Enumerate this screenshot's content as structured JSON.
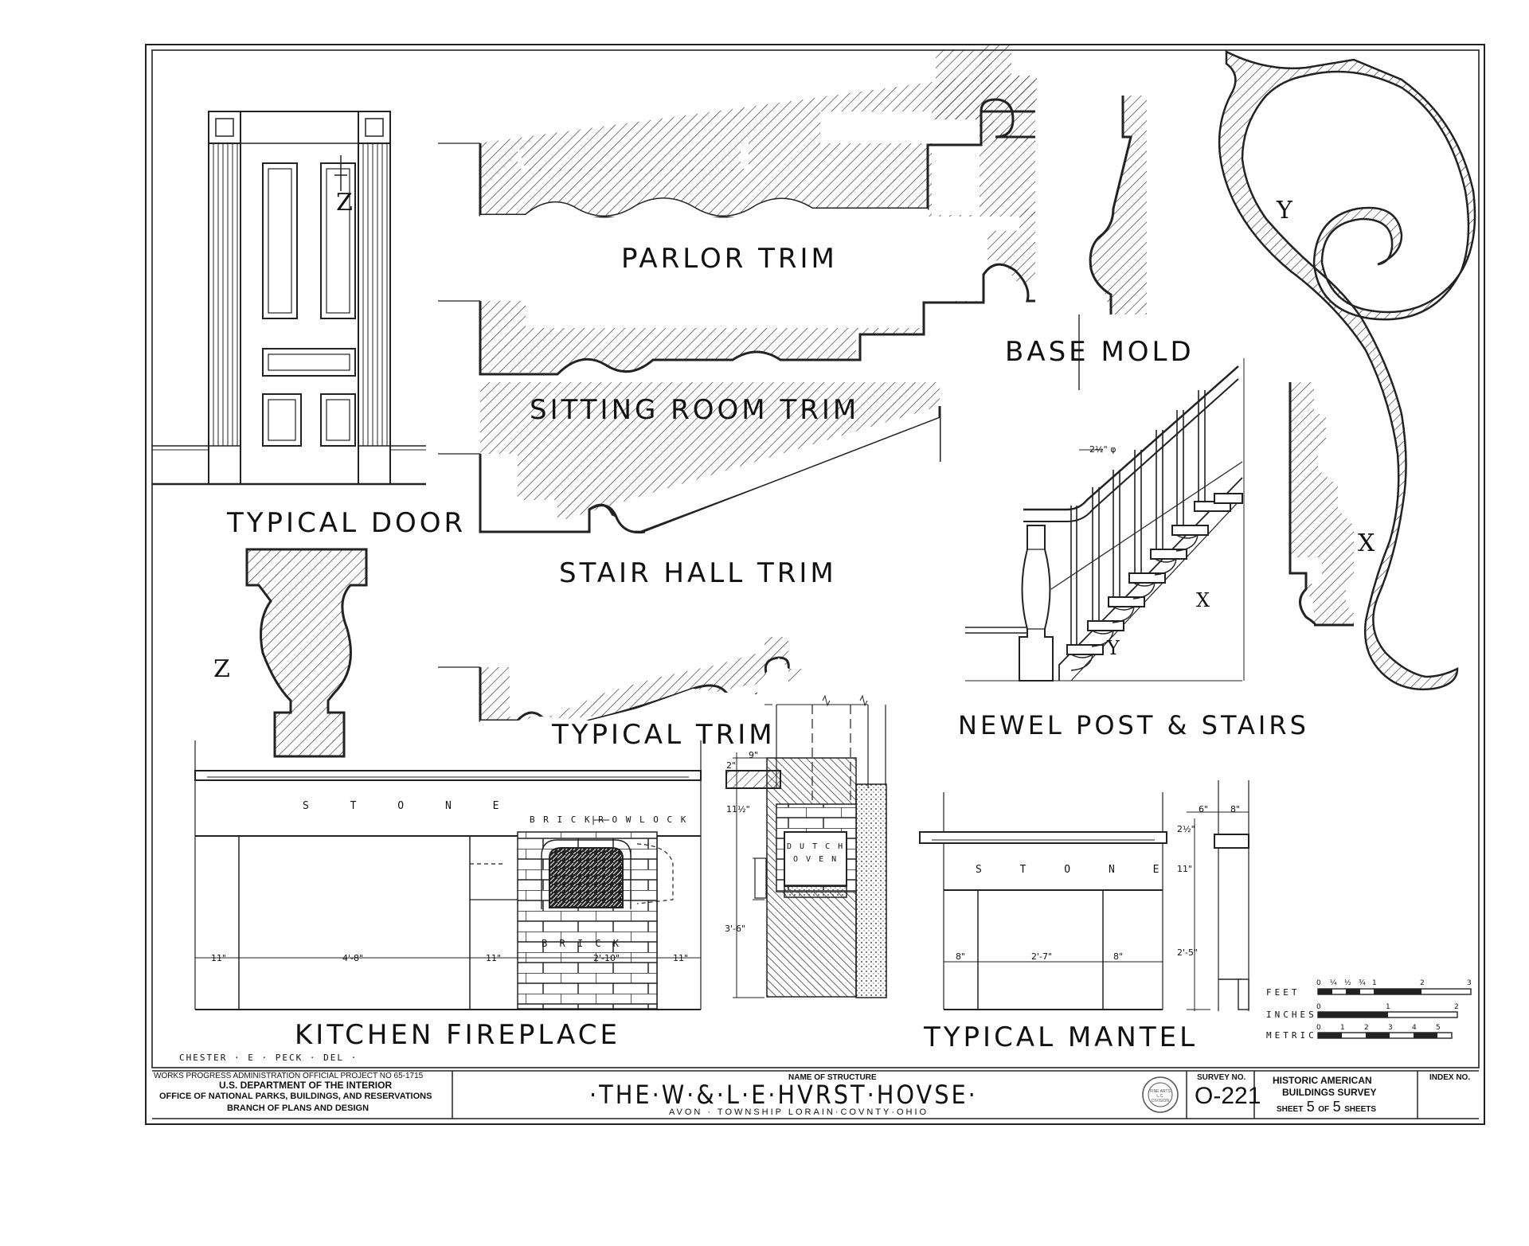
{
  "labels": {
    "typical_door": "TYPICAL DOOR",
    "parlor_trim": "PARLOR TRIM",
    "sitting_room_trim": "SITTING ROOM TRIM",
    "stair_hall_trim": "STAIR HALL TRIM",
    "typical_trim": "TYPICAL TRIM",
    "base_mold": "BASE MOLD",
    "newel_post_stairs": "NEWEL POST & STAIRS",
    "kitchen_fireplace": "KITCHEN FIREPLACE",
    "typical_mantel": "TYPICAL MANTEL"
  },
  "section_letters": {
    "z": "Z",
    "y": "Y",
    "x": "X"
  },
  "dimensions": {
    "rail_dia": "2½\" φ",
    "kf_11a": "11\"",
    "kf_48": "4'-8\"",
    "kf_11b": "11\"",
    "kf_210": "2'-10\"",
    "kf_11c": "11\"",
    "sec_9": "9\"",
    "sec_2": "2\"",
    "sec_11": "11½\"",
    "sec_36": "3'-6\"",
    "tm_8a": "8\"",
    "tm_27": "2'-7\"",
    "tm_8b": "8\"",
    "tm_6": "6\"",
    "tm_8c": "8\"",
    "tm_2": "2½\"",
    "tm_11": "11\"",
    "tm_25": "2'-5\""
  },
  "notes": {
    "stone_kitchen": "S T O N E",
    "brick_rowlock": "B R I C K  R O W L O C K",
    "brick": "B R I C K",
    "dutch_oven_1": "D U T C H",
    "dutch_oven_2": "O V E N",
    "stone_mantel": "S T O N E"
  },
  "scale": {
    "feet": "FEET",
    "inches": "INCHES",
    "metric": "METRIC",
    "feet_ticks": [
      "0",
      "¼",
      "½",
      "¾",
      "1",
      "2",
      "3"
    ],
    "inch_ticks": [
      "0",
      "1",
      "2"
    ],
    "metric_ticks": [
      "0",
      "1",
      "2",
      "3",
      "4",
      "5"
    ]
  },
  "delineator": "CHESTER · E · PECK · DEL ·",
  "title_block": {
    "wpa": "WORKS PROGRESS ADMINISTRATION   OFFICIAL   PROJECT NO 65-1715",
    "dept": "U.S. DEPARTMENT OF THE INTERIOR",
    "office": "OFFICE OF NATIONAL PARKS, BUILDINGS, AND RESERVATIONS",
    "branch": "BRANCH OF PLANS AND DESIGN",
    "name_label": "NAME OF STRUCTURE",
    "structure": "·THE·W·&·L·E·HVRST·HOVSE·",
    "location": "AVON · TOWNSHIP  LORAIN·COVNTY·OHIO",
    "seal": "FINE ARTS L.C. DIVISION",
    "survey_label": "SURVEY NO.",
    "survey_no": "O-221",
    "habs_1": "HISTORIC AMERICAN",
    "habs_2": "BUILDINGS SURVEY",
    "sheet_word": "SHEET",
    "sheet_no": "5",
    "of_word": "OF",
    "sheet_total": "5",
    "sheets_word": "SHEETS",
    "index_label": "INDEX NO."
  }
}
